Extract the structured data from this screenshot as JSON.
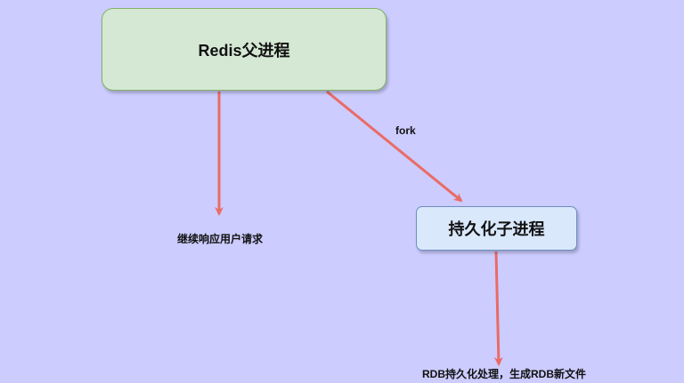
{
  "diagram": {
    "nodes": {
      "parent": {
        "label": "Redis父进程"
      },
      "child": {
        "label": "持久化子进程"
      }
    },
    "edge_labels": {
      "fork": "fork"
    },
    "text_labels": {
      "continue_serving": "继续响应用户请求",
      "rdb_process": "RDB持久化处理，生成RDB新文件"
    },
    "colors": {
      "background": "#ccccff",
      "parent_fill": "#d5e8d4",
      "parent_border": "#82b366",
      "child_fill": "#dae8fc",
      "child_border": "#6c8ebf",
      "arrow": "#ea6b66"
    }
  }
}
